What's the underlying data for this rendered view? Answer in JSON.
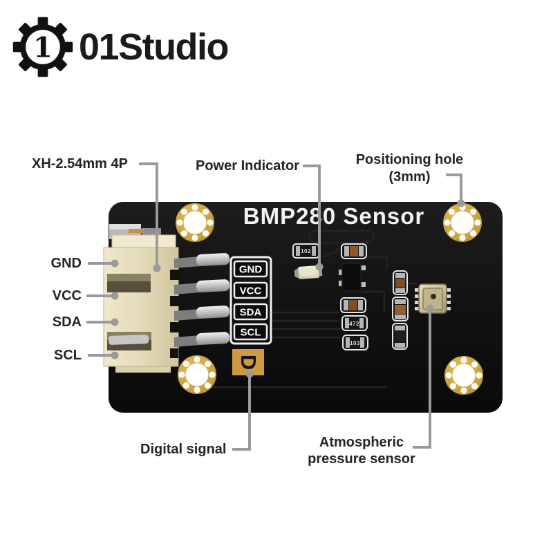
{
  "logo": {
    "brand": "01Studio",
    "icon": "gear-with-numeral-1",
    "numeral": "1"
  },
  "board": {
    "title": "BMP280 Sensor",
    "silk_labels": [
      "GND",
      "VCC",
      "SDA",
      "SCL"
    ],
    "digital_marker": "D",
    "component_markings": {
      "r1": "102",
      "r2": "472",
      "r3": "103"
    },
    "colors": {
      "pcb": "#101010",
      "gold_hole": "#c9a23f",
      "connector_body": "#e7dfbe",
      "marker_orange": "#cd9a42",
      "callout_line": "#9a9a9a",
      "silk_white": "#f0f0f0"
    }
  },
  "callouts": {
    "connector": "XH-2.54mm 4P",
    "power": "Power Indicator",
    "positioning_line1": "Positioning hole",
    "positioning_line2": "(3mm)",
    "pins": [
      "GND",
      "VCC",
      "SDA",
      "SCL"
    ],
    "digital": "Digital signal",
    "atmospheric_line1": "Atmospheric",
    "atmospheric_line2": "pressure sensor"
  }
}
